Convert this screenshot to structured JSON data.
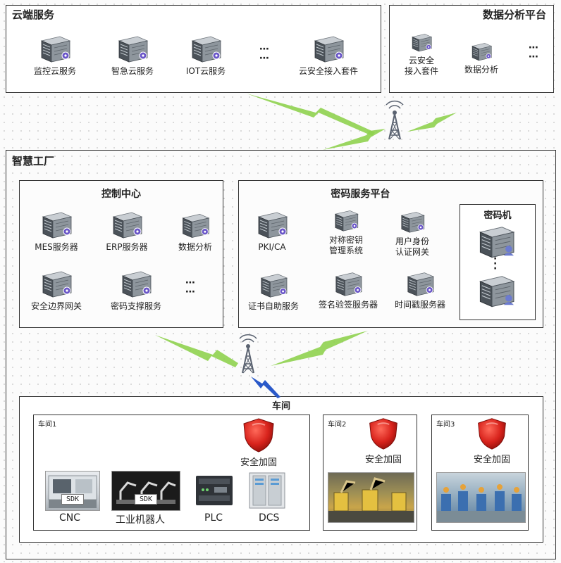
{
  "cloud": {
    "title": "云端服务",
    "items": [
      {
        "name": "monitor-cloud-service",
        "label": "监控云服务"
      },
      {
        "name": "emergency-cloud-service",
        "label": "智急云服务"
      },
      {
        "name": "iot-cloud-service",
        "label": "IOT云服务"
      },
      {
        "name": "cloud-security-kit",
        "label": "云安全接入套件"
      }
    ],
    "dots": "⋯\n⋯"
  },
  "analytics": {
    "title": "数据分析平台",
    "items": [
      {
        "name": "cloud-security-access-kit",
        "label": "云安全\n接入套件"
      },
      {
        "name": "data-analysis",
        "label": "数据分析"
      }
    ],
    "dots": "⋯\n⋯"
  },
  "factory": {
    "title": "智慧工厂",
    "control": {
      "title": "控制中心",
      "items": [
        {
          "name": "mes-server",
          "label": "MES服务器"
        },
        {
          "name": "erp-server",
          "label": "ERP服务器"
        },
        {
          "name": "data-analysis",
          "label": "数据分析"
        },
        {
          "name": "security-edge-gateway",
          "label": "安全边界网关"
        },
        {
          "name": "crypto-support-service",
          "label": "密码支撑服务"
        }
      ],
      "dots": "⋯\n⋯"
    },
    "crypto": {
      "title": "密码服务平台",
      "items": [
        {
          "name": "pki-ca",
          "label": "PKI/CA"
        },
        {
          "name": "symmetric-key-mgmt",
          "label": "对称密钥\n管理系统"
        },
        {
          "name": "identity-auth-gateway",
          "label": "用户身份\n认证网关"
        },
        {
          "name": "cert-self-service",
          "label": "证书自助服务"
        },
        {
          "name": "sign-verify-server",
          "label": "签名验签服务器"
        },
        {
          "name": "timestamp-server",
          "label": "时间戳服务器"
        }
      ],
      "hsm": {
        "title": "密码机"
      }
    },
    "workshop": {
      "title": "车间",
      "w1": {
        "title": "车间1",
        "security": "安全加固",
        "devices": [
          {
            "name": "cnc",
            "label": "CNC",
            "sdk": "SDK"
          },
          {
            "name": "industrial-robot",
            "label": "工业机器人",
            "sdk": "SDK"
          },
          {
            "name": "plc",
            "label": "PLC"
          },
          {
            "name": "dcs",
            "label": "DCS"
          }
        ]
      },
      "w2": {
        "title": "车间2",
        "security": "安全加固"
      },
      "w3": {
        "title": "车间3",
        "security": "安全加固"
      }
    }
  },
  "colors": {
    "wireless_green": "#8fd14f",
    "wireless_blue": "#2a59c9",
    "shield_red": "#d8231c",
    "server_dark": "#4b5259"
  }
}
